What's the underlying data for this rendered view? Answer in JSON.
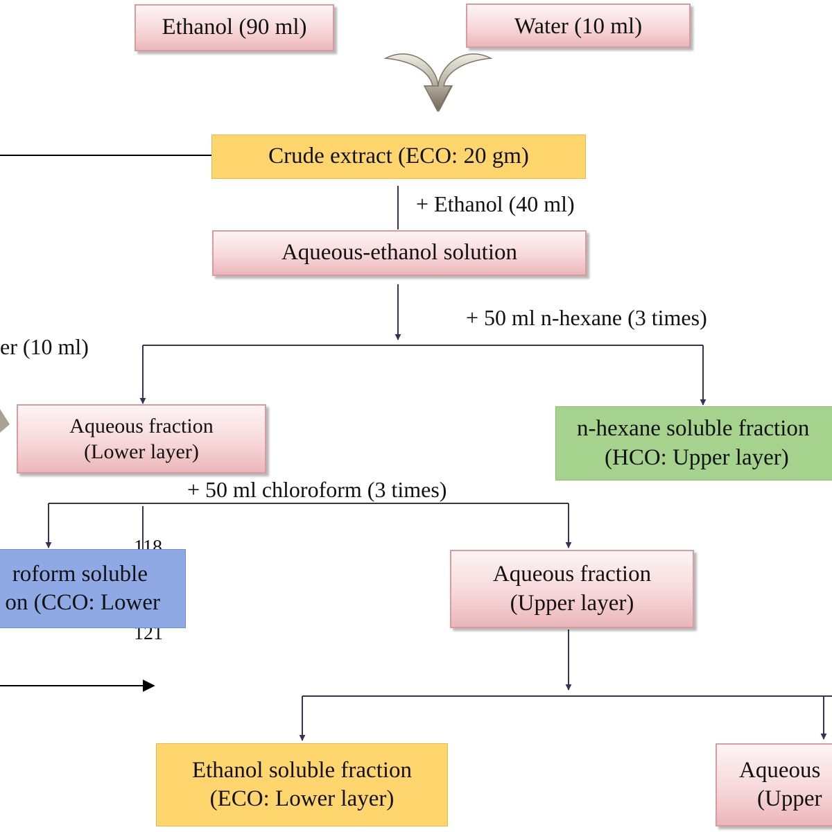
{
  "diagram": {
    "boxes": {
      "ethanol_90": "Ethanol (90 ml)",
      "water_10": "Water (10 ml)",
      "crude_extract": "Crude extract (ECO: 20 gm)",
      "aqueous_ethanol": "Aqueous-ethanol solution",
      "aqueous_lower": [
        "Aqueous fraction",
        "(Lower layer)"
      ],
      "hexane_fraction": [
        "n-hexane soluble fraction",
        "(HCO: Upper layer)"
      ],
      "chloroform_fraction": [
        "roform soluble",
        "on (CCO: Lower"
      ],
      "aqueous_upper": [
        "Aqueous fraction",
        "(Upper layer)"
      ],
      "ethanol_fraction": [
        "Ethanol soluble fraction",
        "(ECO: Lower layer)"
      ],
      "aqueous_upper_right": [
        "Aqueous",
        "(Upper"
      ]
    },
    "labels": {
      "add_ethanol_40": "+ Ethanol (40 ml)",
      "add_hexane": "+ 50 ml n-hexane (3 times)",
      "water_left": "er (10 ml)",
      "add_chloroform": "+ 50 ml chloroform (3 times)",
      "line_number_118": "118",
      "line_number_121": "121"
    },
    "colors": {
      "pink_box": "#f7d8da",
      "crude_yellow": "#ffd56e",
      "hexane_green": "#a5d28c",
      "chloroform_blue": "#8ea9e4",
      "connector": "#3b3057",
      "merge_arrow": "#8a8272"
    },
    "icons": {
      "merge_arrow": "curved-merge-arrow-icon"
    }
  }
}
